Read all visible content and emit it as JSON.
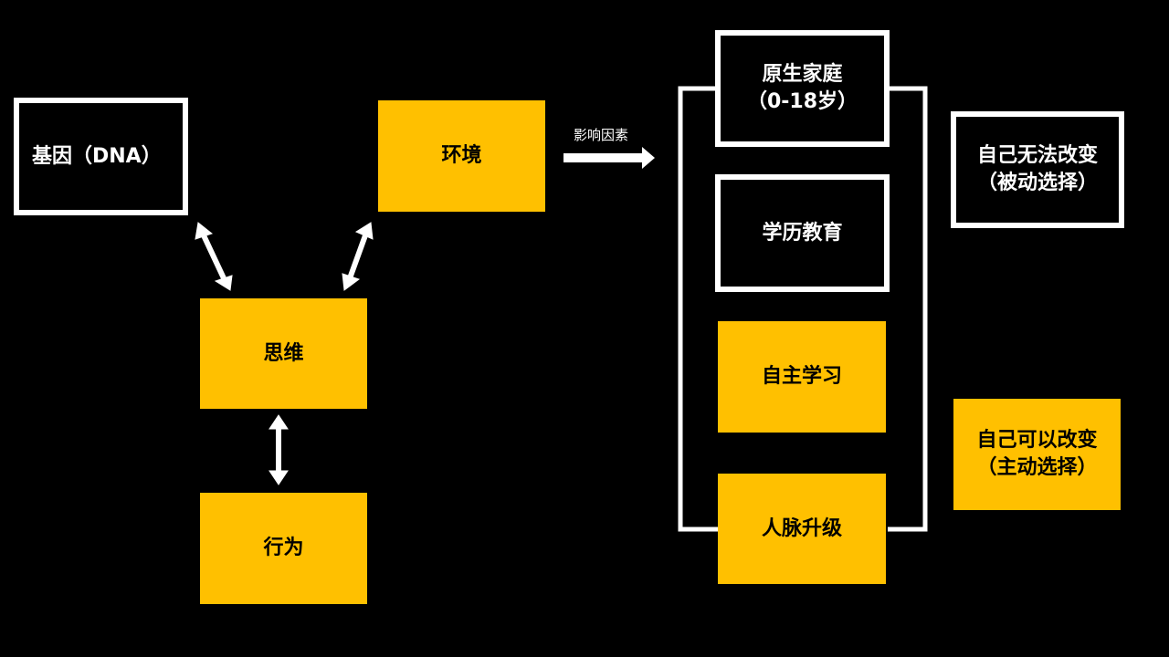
{
  "left_group": {
    "gene": "基因（DNA）",
    "environment": "环境",
    "thinking": "思维",
    "behavior": "行为"
  },
  "influence_label": "影响因素",
  "factors": {
    "family": "原生家庭\n（0-18岁）",
    "education": "学历教育",
    "self_learning": "自主学习",
    "network": "人脉升级"
  },
  "categories": {
    "passive": "自己无法改变\n（被动选择）",
    "active": "自己可以改变\n（主动选择）"
  },
  "colors": {
    "background": "#000000",
    "accent": "#FFC000",
    "outline": "#FFFFFF"
  }
}
